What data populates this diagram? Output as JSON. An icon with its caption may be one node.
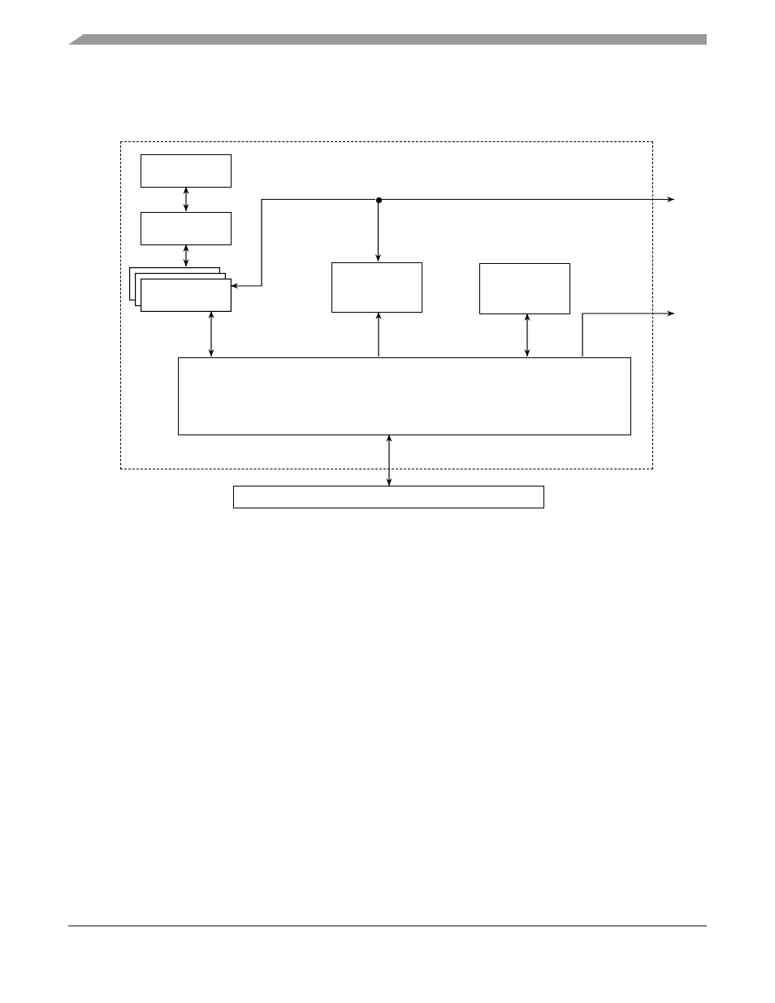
{
  "diagram": {
    "nodes": [
      {
        "text": [],
        "shape": "box"
      },
      {
        "text": [],
        "shape": "box",
        "in": 0
      },
      {
        "text": [],
        "shape": "circle",
        "in": 0
      },
      {
        "text": [],
        "shape": "box",
        "in": 0
      },
      {
        "text": [],
        "shape": "box",
        "in": 0
      },
      {
        "text": [],
        "shape": "box",
        "in": 0
      },
      {
        "text": [],
        "shape": "box",
        "in": 0
      },
      {
        "text": [],
        "shape": "box",
        "in": 0
      },
      {
        "text": [],
        "shape": "box"
      }
    ],
    "edges": [
      {
        "from": 1,
        "to": 3,
        "arrow": "both"
      },
      {
        "from": 3,
        "to": 4,
        "arrow": "both"
      },
      {
        "from": 2,
        "to": 4,
        "arrow": "to"
      },
      {
        "from": 2,
        "to": 5,
        "arrow": "to"
      },
      {
        "from": 2,
        "to": null,
        "arrow": "to"
      },
      {
        "from": 7,
        "to": 5,
        "arrow": "to"
      },
      {
        "from": 4,
        "to": 7,
        "arrow": "both"
      },
      {
        "from": 6,
        "to": 7,
        "arrow": "both"
      },
      {
        "from": 7,
        "to": null,
        "arrow": "to"
      },
      {
        "from": 7,
        "to": 8,
        "arrow": "both"
      }
    ]
  }
}
